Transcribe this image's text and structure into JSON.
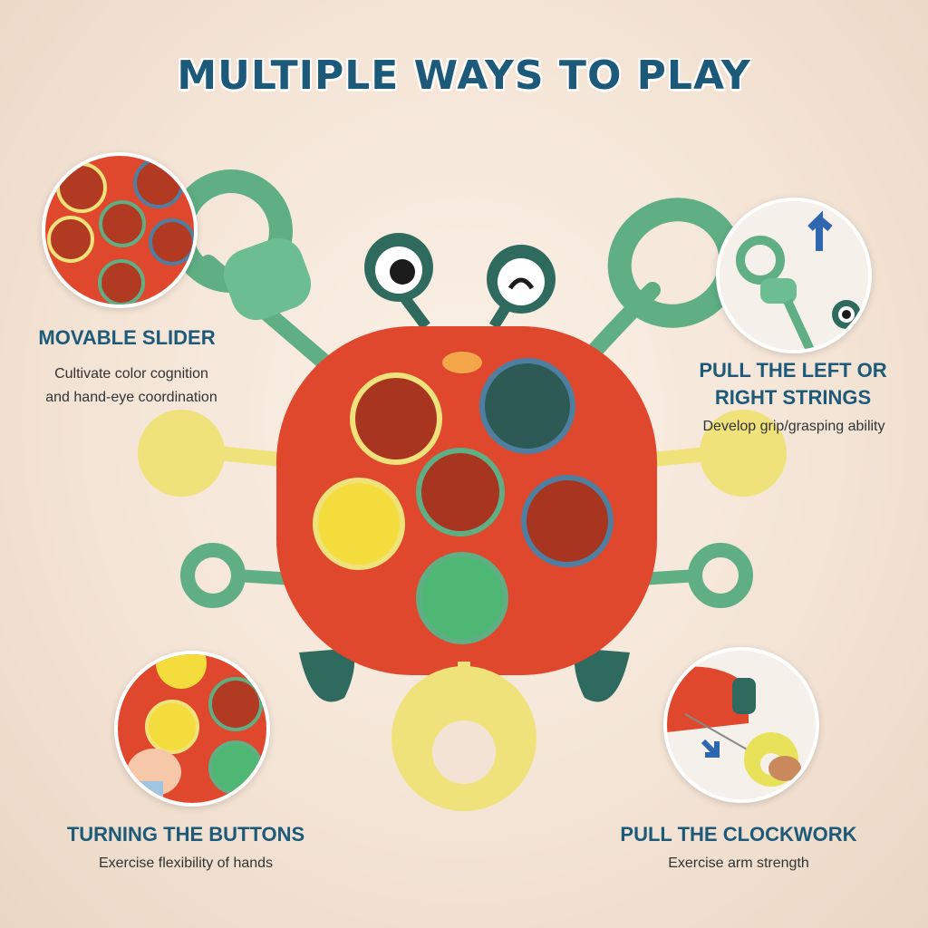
{
  "title": "MULTIPLE WAYS TO PLAY",
  "features": {
    "slider": {
      "title": "MOVABLE SLIDER",
      "desc_line1": "Cultivate color cognition",
      "desc_line2": "and hand-eye coordination"
    },
    "strings": {
      "title_line1": "PULL THE LEFT OR",
      "title_line2": "RIGHT STRINGS",
      "desc": "Develop grip/grasping ability"
    },
    "buttons": {
      "title": "TURNING THE BUTTONS",
      "desc": "Exercise flexibility of hands"
    },
    "clockwork": {
      "title": "PULL THE CLOCKWORK",
      "desc": "Exercise arm strength"
    }
  },
  "colors": {
    "heading": "#1d5a7a",
    "body_red": "#e0482e",
    "green": "#5fae84",
    "yellow": "#f0e27a",
    "dark_green": "#2e6b5e"
  }
}
